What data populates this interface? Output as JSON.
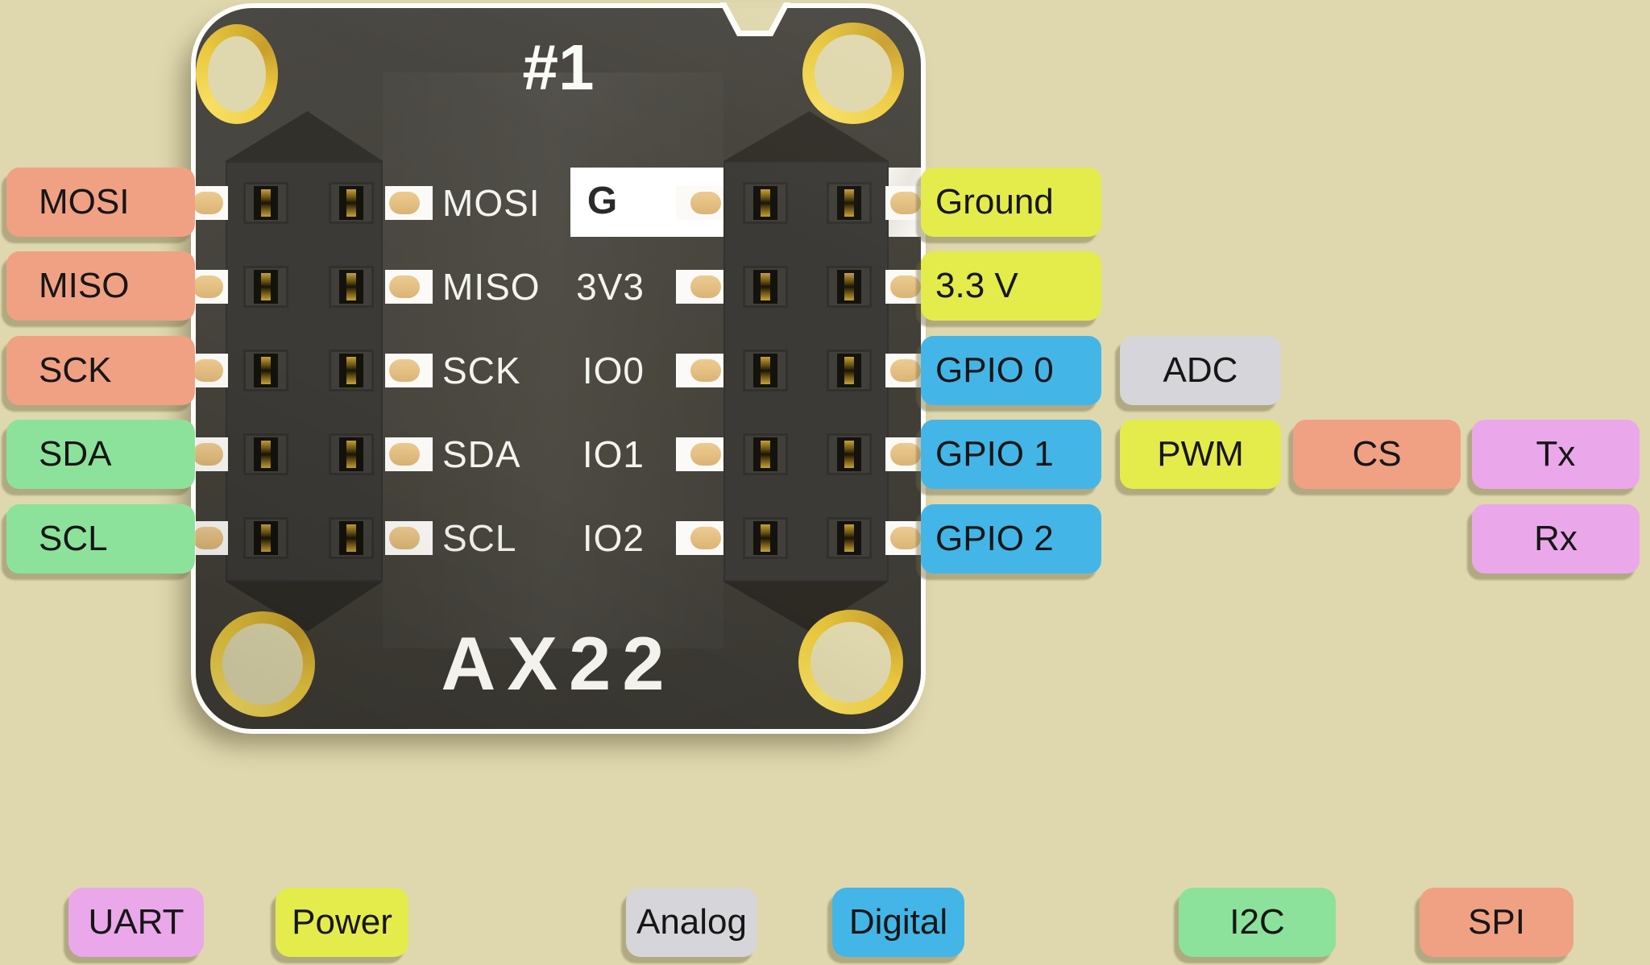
{
  "board": {
    "title": "#1",
    "logo": "AX22"
  },
  "rows": [
    {
      "external_left": "MOSI",
      "silk_left": "MOSI",
      "silk_right": "G",
      "right": [
        "Ground"
      ],
      "highlighted": true
    },
    {
      "external_left": "MISO",
      "silk_left": "MISO",
      "silk_right": "3V3",
      "right": [
        "3.3 V"
      ]
    },
    {
      "external_left": "SCK",
      "silk_left": "SCK",
      "silk_right": "IO0",
      "right": [
        "GPIO 0",
        "ADC"
      ]
    },
    {
      "external_left": "SDA",
      "silk_left": "SDA",
      "silk_right": "IO1",
      "right": [
        "GPIO 1",
        "PWM",
        "CS",
        "Tx"
      ]
    },
    {
      "external_left": "SCL",
      "silk_left": "SCL",
      "silk_right": "IO2",
      "right": [
        "GPIO 2",
        "Rx"
      ]
    }
  ],
  "legend": [
    {
      "label": "UART",
      "color": "#EAA8EA"
    },
    {
      "label": "Power",
      "color": "#E4EC4B"
    },
    {
      "label": "Analog",
      "color": "#D6D5D9"
    },
    {
      "label": "Digital",
      "color": "#43B6E7"
    },
    {
      "label": "I2C",
      "color": "#8CE29B"
    },
    {
      "label": "SPI",
      "color": "#F0A183"
    }
  ],
  "colors": {
    "background": "#DFD8AE",
    "board": "#434038",
    "board_outline": "#FCFCF9",
    "highlight": "#FFFFFF",
    "mounting_ring": "#E9C93E",
    "pin_pad": "#E6C287",
    "uart": "#EAA8EA",
    "power": "#E4EC4B",
    "analog": "#D6D5D9",
    "digital": "#43B6E7",
    "i2c": "#8CE29B",
    "spi": "#F0A183"
  }
}
